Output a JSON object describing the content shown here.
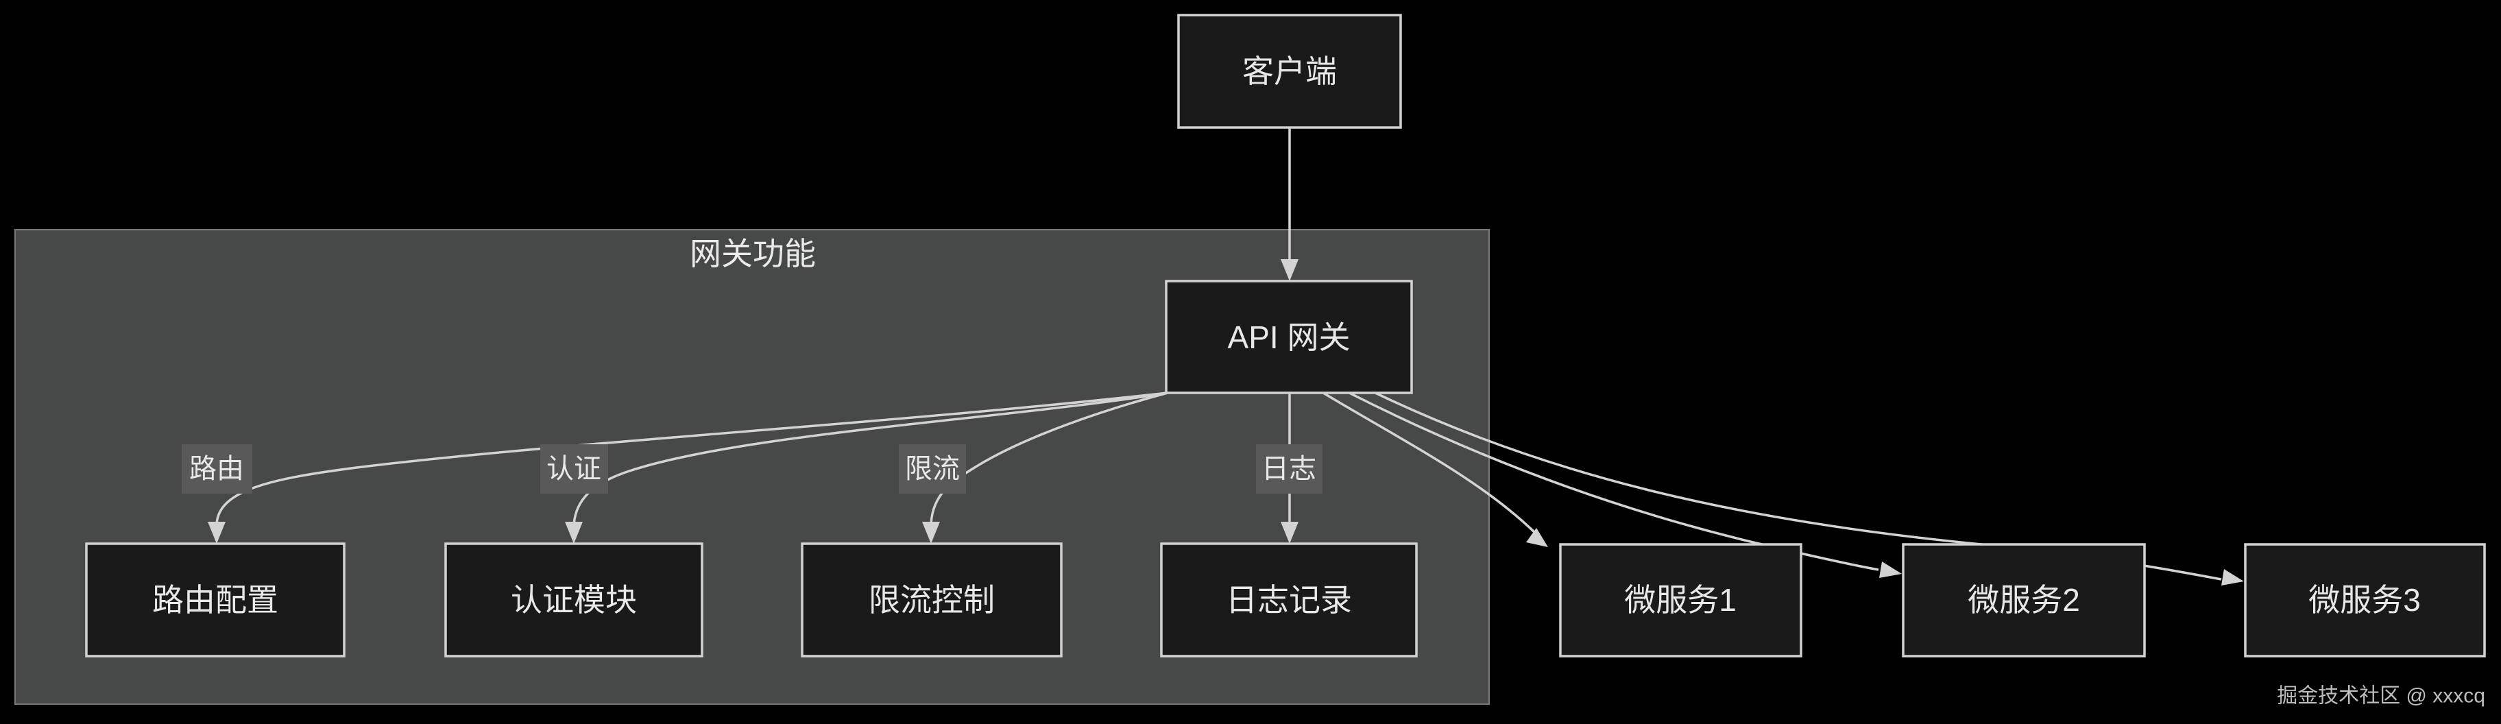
{
  "diagram": {
    "type": "flowchart",
    "theme": "dark",
    "colors": {
      "background": "#000000",
      "cluster_fill": "#474948",
      "cluster_border": "#7a7a7a",
      "node_fill": "#191a19",
      "node_border": "#d2d2d2",
      "text": "#e8e8e8",
      "edge_line": "#d3d3d3",
      "edge_label_bg": "#585958",
      "watermark": "#bdbdbd"
    },
    "cluster": {
      "label": "网关功能"
    },
    "nodes": {
      "client": {
        "label": "客户端"
      },
      "api_gateway": {
        "label": "API 网关"
      },
      "route_config": {
        "label": "路由配置"
      },
      "auth_module": {
        "label": "认证模块"
      },
      "rate_limit": {
        "label": "限流控制"
      },
      "logging": {
        "label": "日志记录"
      },
      "microservice1": {
        "label": "微服务1"
      },
      "microservice2": {
        "label": "微服务2"
      },
      "microservice3": {
        "label": "微服务3"
      }
    },
    "edge_labels": {
      "route": "路由",
      "auth": "认证",
      "limit": "限流",
      "log": "日志"
    },
    "edges": [
      {
        "from": "客户端",
        "to": "API 网关",
        "label": ""
      },
      {
        "from": "API 网关",
        "to": "路由配置",
        "label": "路由"
      },
      {
        "from": "API 网关",
        "to": "认证模块",
        "label": "认证"
      },
      {
        "from": "API 网关",
        "to": "限流控制",
        "label": "限流"
      },
      {
        "from": "API 网关",
        "to": "日志记录",
        "label": "日志"
      },
      {
        "from": "API 网关",
        "to": "微服务1",
        "label": ""
      },
      {
        "from": "API 网关",
        "to": "微服务2",
        "label": ""
      },
      {
        "from": "API 网关",
        "to": "微服务3",
        "label": ""
      }
    ],
    "watermark": "掘金技术社区 @ xxxcq"
  }
}
